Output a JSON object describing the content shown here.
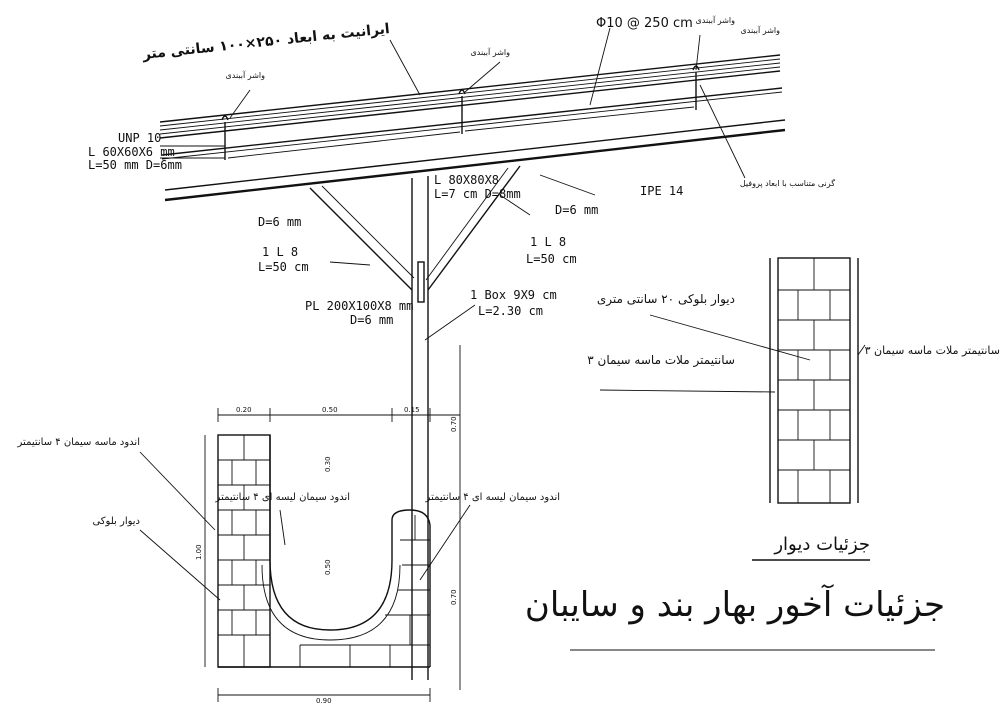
{
  "drawing": {
    "main_title": "جزئیات آخور بهار بند و سایبان",
    "wall_detail_title": "جزئیات دیوار"
  },
  "roof_labels": {
    "sheet": "ایرانیت به ابعاد ۲۵۰×۱۰۰ سانتی متر",
    "rebar": "Φ10 @ 250 cm",
    "hook_1": "واشر آببندی",
    "hook_2": "واشر آببندی",
    "hook_3": "واشر آببندی",
    "hook_4": "واشر آببندی",
    "purlin_bolt": "گرنی متناسب با ابعاد پروفیل",
    "unp": "UNP 10",
    "angle": "L 60X60X6 mm",
    "angle_len": "L=50 mm D=6mm",
    "ipe": "IPE 14",
    "box_top": "L 80X80X8",
    "box_top_len": "L=7 cm D=8mm",
    "weld_right": "D=6 mm",
    "weld_left": "D=6 mm",
    "brace_left": "1 L 8",
    "brace_left_len": "L=50 cm",
    "brace_right": "1 L 8",
    "brace_right_len": "L=50 cm",
    "base_plate": "PL 200X100X8 mm",
    "base_plate_weld": "D=6 mm",
    "column": "1 Box 9X9 cm",
    "column_len": "L=2.30 cm"
  },
  "trough_labels": {
    "render_outer": "اندود ماسه سیمان ۴ سانتیمتر",
    "block_wall": "دیوار بلوکی",
    "lip_left": "اندود سیمان لیسه ای ۴ سانتیمتر",
    "lip_right": "اندود سیمان لیسه ای ۴ سانتیمتر"
  },
  "dimensions": {
    "top_a": "0.20",
    "top_b": "0.50",
    "top_c": "0.15",
    "height_total": "1.00",
    "inner_depth": "0.30",
    "trough_depth": "0.50",
    "right_upper": "0.70",
    "right_lower": "0.70",
    "bottom": "0.90"
  },
  "wall_labels": {
    "block": "دیوار بلوکی ۲۰ سانتی متری",
    "mortar_right": "۳ سانتیمتر ملات ماسه سیمان",
    "mortar_left": "۳ سانتیمتر ملات ماسه سیمان"
  }
}
